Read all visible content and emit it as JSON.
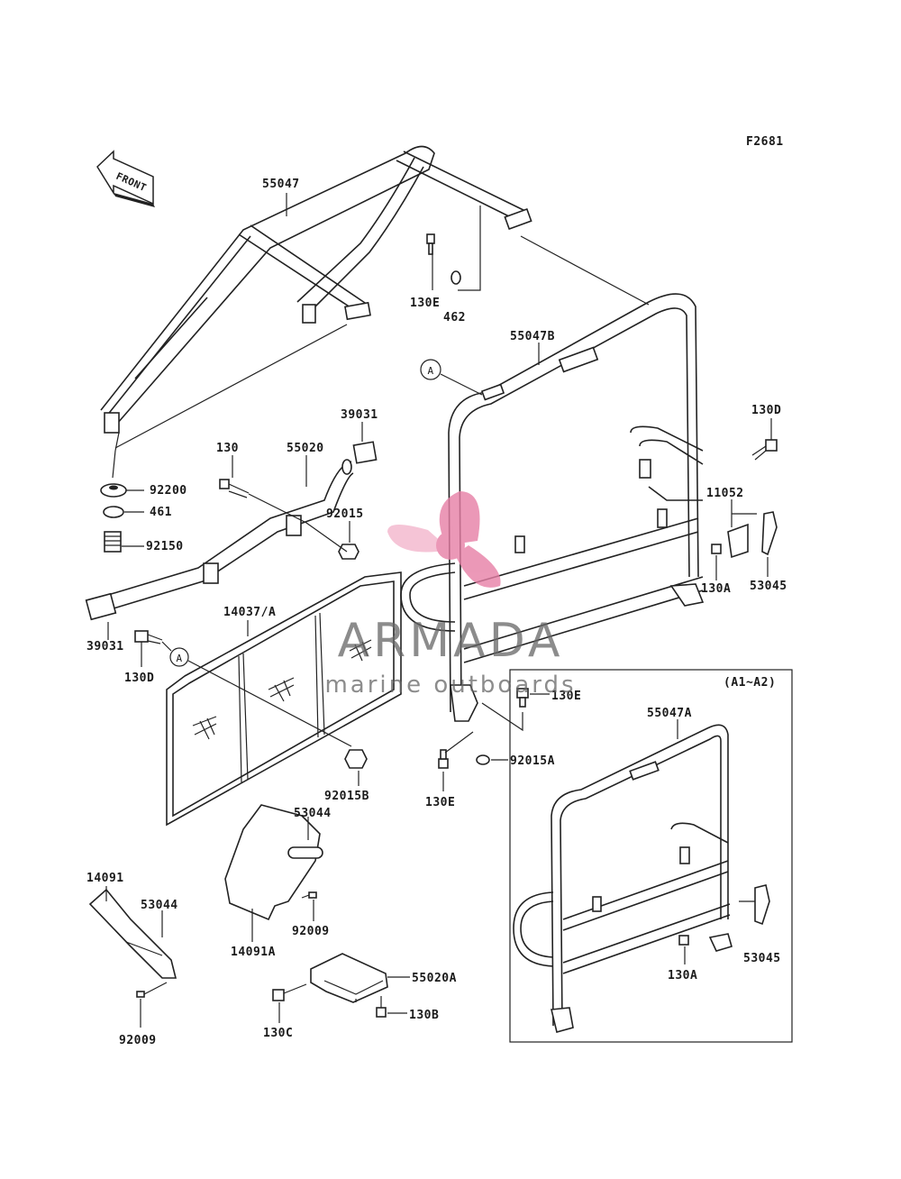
{
  "figure_code": "F2681",
  "front_arrow": {
    "label": "FRONT"
  },
  "variant_box": {
    "label": "(A1~A2)"
  },
  "ref_markers": [
    "A",
    "A"
  ],
  "watermark": {
    "brand": "ARMADA",
    "tagline": "marine outboards",
    "colors": {
      "logo_pink": "#e77fa6",
      "logo_pink_light": "#f3b6cc",
      "text_gray": "#666666"
    }
  },
  "part_labels": {
    "p55047": "55047",
    "p130E_top": "130E",
    "p462": "462",
    "p55047B": "55047B",
    "p39031_top": "39031",
    "p130": "130",
    "p55020": "55020",
    "p92015": "92015",
    "p92200": "92200",
    "p461": "461",
    "p92150": "92150",
    "p14037A": "14037/A",
    "p39031_bottom": "39031",
    "p130D_left": "130D",
    "p92015B": "92015B",
    "p130E_mid": "130E",
    "p92015A": "92015A",
    "p130E_bottom": "130E",
    "p130D_right": "130D",
    "p11052": "11052",
    "p130A": "130A",
    "p53045": "53045",
    "p53044_mid": "53044",
    "p92009_mid": "92009",
    "p14091A": "14091A",
    "p14091": "14091",
    "p53044_left": "53044",
    "p92009_left": "92009",
    "p55020A": "55020A",
    "p130C": "130C",
    "p130B": "130B",
    "p55047A": "55047A",
    "p130A_inset": "130A",
    "p53045_inset": "53045"
  }
}
